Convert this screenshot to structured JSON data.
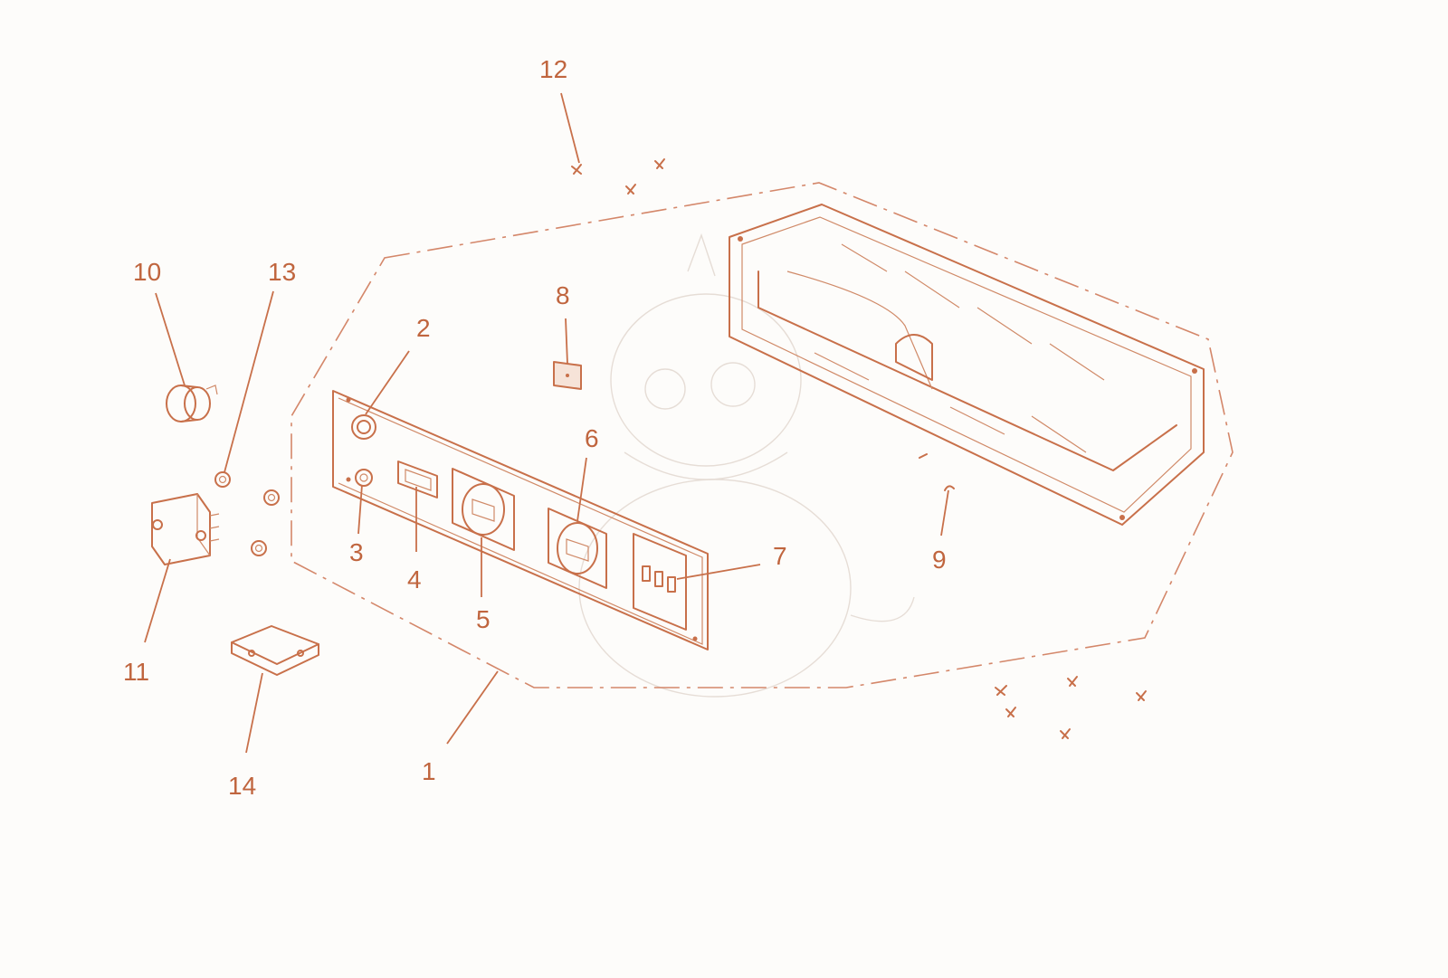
{
  "callouts": [
    {
      "id": "1",
      "label": "1"
    },
    {
      "id": "2",
      "label": "2"
    },
    {
      "id": "3",
      "label": "3"
    },
    {
      "id": "4",
      "label": "4"
    },
    {
      "id": "5",
      "label": "5"
    },
    {
      "id": "6",
      "label": "6"
    },
    {
      "id": "7",
      "label": "7"
    },
    {
      "id": "8",
      "label": "8"
    },
    {
      "id": "9",
      "label": "9"
    },
    {
      "id": "10",
      "label": "10"
    },
    {
      "id": "11",
      "label": "11"
    },
    {
      "id": "12",
      "label": "12"
    },
    {
      "id": "13",
      "label": "13"
    },
    {
      "id": "14",
      "label": "14"
    }
  ],
  "colors": {
    "line": "#c8704a",
    "label": "#c0653e",
    "background": "#fdfcfa"
  }
}
